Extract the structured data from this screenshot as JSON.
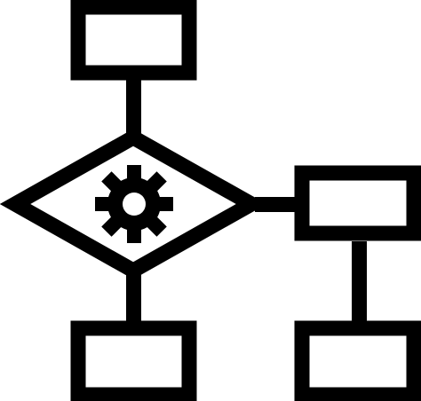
{
  "diagram": {
    "icon": "process-flowchart-icon",
    "stroke_color": "#000000",
    "fill_color": "#ffffff",
    "nodes": [
      {
        "id": "top-process",
        "shape": "rectangle"
      },
      {
        "id": "decision",
        "shape": "diamond",
        "icon": "gear-icon"
      },
      {
        "id": "right-process",
        "shape": "rectangle"
      },
      {
        "id": "bottom-left-process",
        "shape": "rectangle"
      },
      {
        "id": "bottom-right-process",
        "shape": "rectangle"
      }
    ],
    "connectors": [
      {
        "from": "top-process",
        "to": "decision"
      },
      {
        "from": "decision",
        "to": "right-process"
      },
      {
        "from": "decision",
        "to": "bottom-left-process"
      },
      {
        "from": "right-process",
        "to": "bottom-right-process"
      }
    ]
  }
}
